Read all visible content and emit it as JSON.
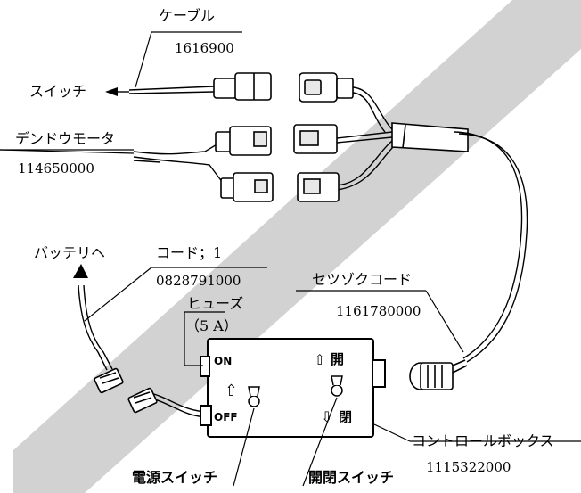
{
  "labels": {
    "cable": "ケーブル",
    "cable_no": "1616900",
    "switch": "スイッチ",
    "motor": "デンドウモータ",
    "motor_no": "114650000",
    "to_battery": "バッテリヘ",
    "cord1": "コード；1",
    "cord1_no": "0828791000",
    "fuse": "ヒューズ",
    "fuse_rating": "（5 A）",
    "conn_cord": "セツゾクコード",
    "conn_cord_no": "1161780000",
    "control_box": "コントロールボックス",
    "control_box_no": "1115322000",
    "power_switch": "電源スイッチ",
    "open_close_switch": "開閉スイッチ"
  },
  "box_marks": {
    "on": "ON",
    "off": "OFF",
    "up_arrow": "⇧",
    "down_arrow": "⇩",
    "open_top": "開",
    "open_bottom": "閉"
  },
  "colors": {
    "ink": "#000000",
    "watermark": "#d2d2d2"
  }
}
